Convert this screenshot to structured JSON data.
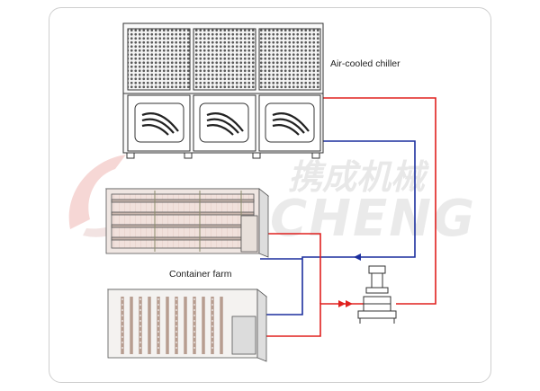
{
  "labels": {
    "chiller": "Air-cooled chiller",
    "farm": "Container farm"
  },
  "watermark": {
    "chinese": "携成机械",
    "latin": "CHENG"
  },
  "colors": {
    "supply_pipe": "#e0201e",
    "return_pipe": "#1c2f9e",
    "watermark": "#e6e6e6",
    "frame": "#cfcfcf"
  },
  "icons": [
    "chiller-unit",
    "container-farm-shelves",
    "container-farm-vertical-towers",
    "circulation-pump"
  ]
}
